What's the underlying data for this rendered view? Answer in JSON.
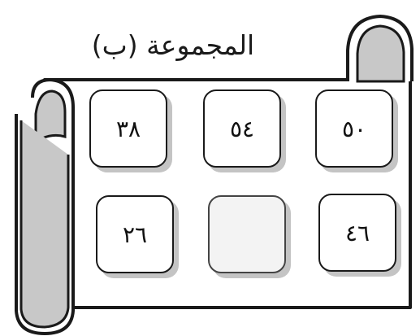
{
  "title": "المجموعة (ب)",
  "cards": [
    {
      "value": "٣٨"
    },
    {
      "value": "٥٤"
    },
    {
      "value": "٥٠"
    },
    {
      "value": "٢٦"
    },
    {
      "value": ""
    },
    {
      "value": "٤٦"
    }
  ],
  "colors": {
    "outline": "#1a1a1a",
    "roll_fill": "#c8c8c8",
    "card_shadow": "#c4c4c4",
    "empty_card": "#f3f3f3"
  }
}
